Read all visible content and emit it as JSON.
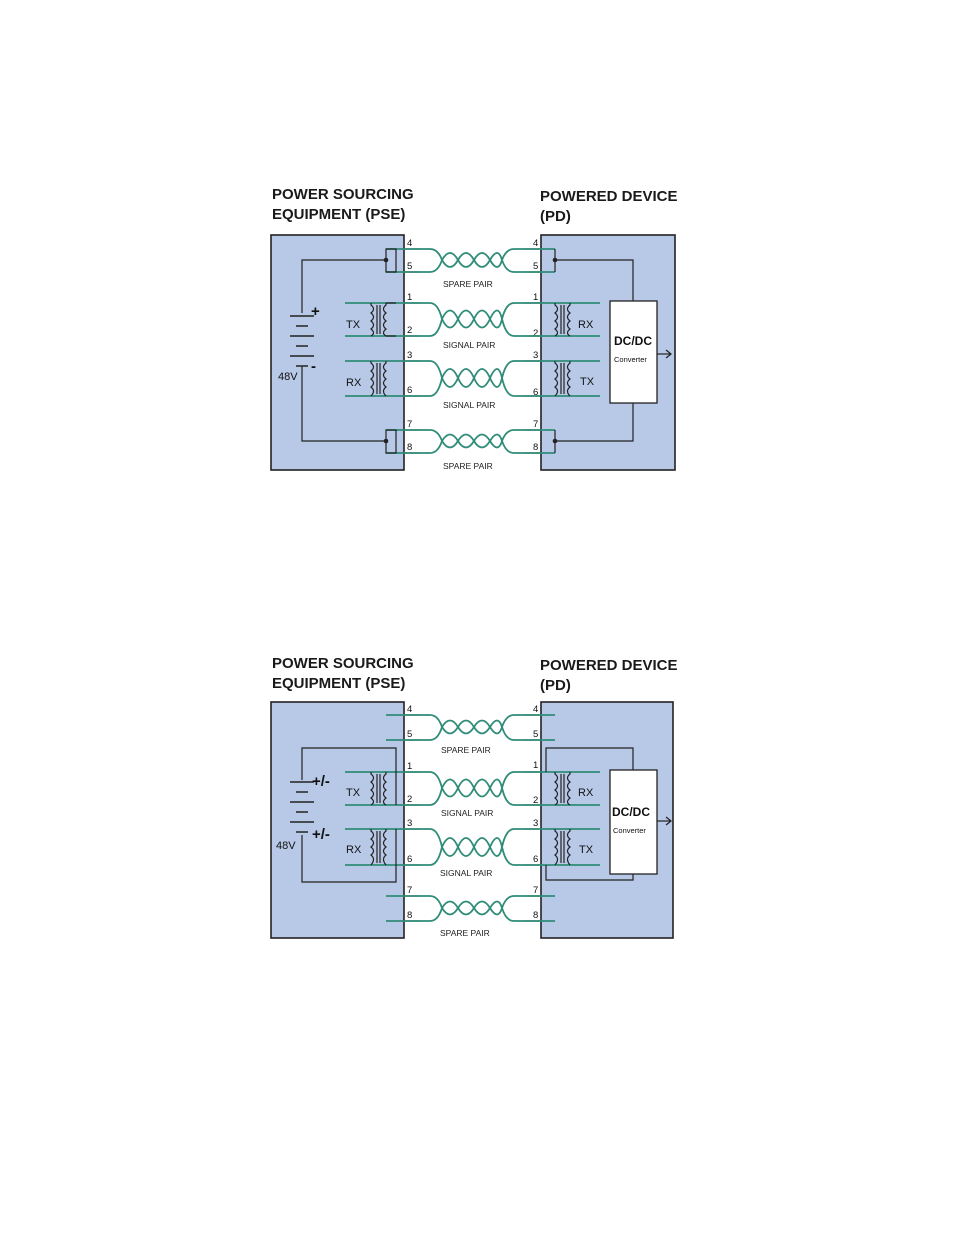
{
  "colors": {
    "box_fill": "#b7c9e6",
    "wire": "#2f8c78",
    "line": "#222222"
  },
  "icons": [
    "battery-icon",
    "transformer-icon",
    "twisted-pair-icon",
    "arrow-right-icon"
  ],
  "diagrams": [
    {
      "pse_title": [
        "POWER SOURCING",
        "EQUIPMENT (PSE)"
      ],
      "pd_title": [
        "POWERED DEVICE",
        "(PD)"
      ],
      "pairs": [
        {
          "pins": [
            "4",
            "5"
          ],
          "label": "SPARE PAIR"
        },
        {
          "pins": [
            "1",
            "2"
          ],
          "label": "SIGNAL PAIR"
        },
        {
          "pins": [
            "3",
            "6"
          ],
          "label": "SIGNAL PAIR"
        },
        {
          "pins": [
            "7",
            "8"
          ],
          "label": "SPARE PAIR"
        }
      ],
      "pse_transformers": [
        "TX",
        "RX"
      ],
      "pd_transformers": [
        "RX",
        "TX"
      ],
      "battery_plus": "+",
      "battery_minus": "-",
      "voltage": "48V",
      "converter": [
        "DC/DC",
        "Converter"
      ]
    },
    {
      "pse_title": [
        "POWER SOURCING",
        "EQUIPMENT (PSE)"
      ],
      "pd_title": [
        "POWERED DEVICE",
        "(PD)"
      ],
      "pairs": [
        {
          "pins": [
            "4",
            "5"
          ],
          "label": "SPARE PAIR"
        },
        {
          "pins": [
            "1",
            "2"
          ],
          "label": "SIGNAL PAIR"
        },
        {
          "pins": [
            "3",
            "6"
          ],
          "label": "SIGNAL PAIR"
        },
        {
          "pins": [
            "7",
            "8"
          ],
          "label": "SPARE PAIR"
        }
      ],
      "pse_transformers": [
        "TX",
        "RX"
      ],
      "pd_transformers": [
        "RX",
        "TX"
      ],
      "battery_plus": "+/-",
      "battery_minus": "+/-",
      "voltage": "48V",
      "converter": [
        "DC/DC",
        "Converter"
      ]
    }
  ]
}
